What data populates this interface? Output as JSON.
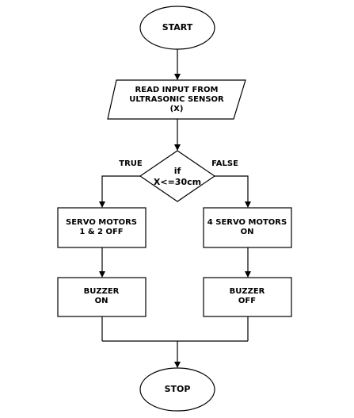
{
  "flowchart": {
    "start": "START",
    "input_line1": "READ INPUT FROM",
    "input_line2": "ULTRASONIC SENSOR",
    "input_line3": "(X)",
    "decision_line1": "if",
    "decision_line2": "X<=30cm",
    "true_label": "TRUE",
    "false_label": "FALSE",
    "left_servo_line1": "SERVO MOTORS",
    "left_servo_line2": "1 & 2 OFF",
    "right_servo_line1": "4 SERVO MOTORS",
    "right_servo_line2": "ON",
    "left_buzzer_line1": "BUZZER",
    "left_buzzer_line2": "ON",
    "right_buzzer_line1": "BUZZER",
    "right_buzzer_line2": "OFF",
    "stop": "STOP"
  }
}
